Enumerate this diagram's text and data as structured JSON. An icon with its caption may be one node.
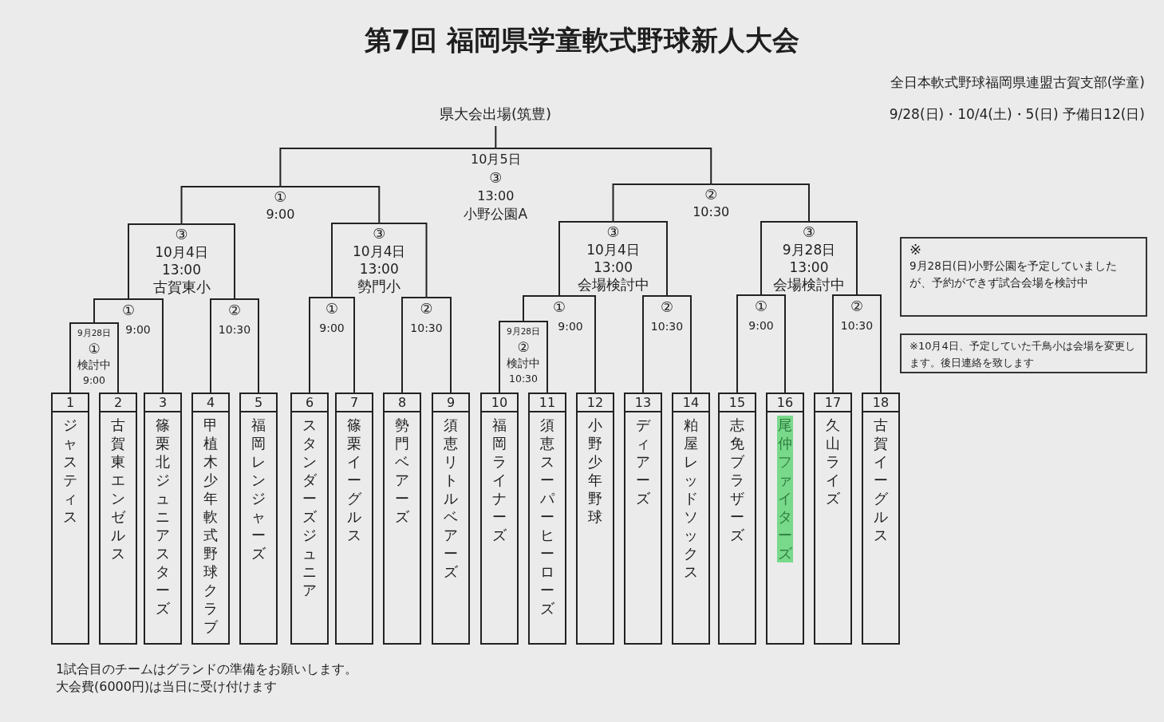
{
  "diagram": {
    "title": "第7回 福岡県学童軟式野球新人大会",
    "nodes": [
      {
        "text": [
          "県大会出場(筑豊)"
        ]
      },
      {
        "text": [
          "10月5日",
          "③",
          "13:00",
          "小野公園A"
        ]
      },
      {
        "text": [
          "①",
          "9:00"
        ]
      },
      {
        "text": [
          "②",
          "10:30"
        ]
      },
      {
        "text": [
          "③",
          "10月4日",
          "13:00",
          "古賀東小"
        ]
      },
      {
        "text": [
          "③",
          "10月4日",
          "13:00",
          "勢門小"
        ]
      },
      {
        "text": [
          "③",
          "10月4日",
          "13:00",
          "会場検討中"
        ]
      },
      {
        "text": [
          "③",
          "9月28日",
          "13:00",
          "会場検討中"
        ]
      },
      {
        "text": [
          "※",
          "9月28日(日)小野公園を予定していましたが、予約ができず試合会場を検討中"
        ]
      },
      {
        "text": [
          "①",
          "9:00"
        ]
      },
      {
        "text": [
          "②",
          "10:30"
        ]
      },
      {
        "text": [
          "①",
          "9:00"
        ]
      },
      {
        "text": [
          "②",
          "10:30"
        ]
      },
      {
        "text": [
          "①",
          "9:00"
        ]
      },
      {
        "text": [
          "②",
          "10:30"
        ]
      },
      {
        "text": [
          "①",
          "9:00"
        ]
      },
      {
        "text": [
          "②",
          "10:30"
        ]
      },
      {
        "text": [
          "※10月4日、予定していた千鳥小は会場を変更します。後日連絡を致します"
        ]
      },
      {
        "text": [
          "9月28日",
          "①",
          "検討中",
          "9:00"
        ]
      },
      {
        "text": [
          "9月28日",
          "②",
          "検討中",
          "10:30"
        ]
      },
      {
        "text": [
          "1",
          "ジャスティス"
        ]
      },
      {
        "text": [
          "2",
          "古賀東エンゼルス"
        ]
      },
      {
        "text": [
          "3",
          "篠栗北ジュニアスターズ"
        ]
      },
      {
        "text": [
          "4",
          "甲植木少年軟式野球クラブ"
        ]
      },
      {
        "text": [
          "5",
          "福岡レンジャーズ"
        ]
      },
      {
        "text": [
          "6",
          "スタンダーズジュニア"
        ]
      },
      {
        "text": [
          "7",
          "篠栗イーグルス"
        ]
      },
      {
        "text": [
          "8",
          "勢門ベアーズ"
        ]
      },
      {
        "text": [
          "9",
          "須恵リトルベアーズ"
        ]
      },
      {
        "text": [
          "10",
          "福岡ライナーズ"
        ]
      },
      {
        "text": [
          "11",
          "須恵スーパーヒーローズ"
        ]
      },
      {
        "text": [
          "12",
          "小野少年野球"
        ]
      },
      {
        "text": [
          "13",
          "ディアーズ"
        ]
      },
      {
        "text": [
          "14",
          "粕屋レッドソックス"
        ]
      },
      {
        "text": [
          "15",
          "志免ブラザーズ"
        ]
      },
      {
        "text": [
          "16",
          "尾仲ファイターズ"
        ]
      },
      {
        "text": [
          "17",
          "久山ライズ"
        ]
      },
      {
        "text": [
          "18",
          "古賀イーグルス"
        ]
      }
    ],
    "edges": [
      {
        "from": 1,
        "to": 0,
        "arrow": "none"
      },
      {
        "from": 2,
        "to": 1,
        "arrow": "none"
      },
      {
        "from": 3,
        "to": 1,
        "arrow": "none"
      },
      {
        "from": 4,
        "to": 2,
        "arrow": "none"
      },
      {
        "from": 5,
        "to": 2,
        "arrow": "none"
      },
      {
        "from": 6,
        "to": 3,
        "arrow": "none"
      },
      {
        "from": 7,
        "to": 3,
        "arrow": "none"
      },
      {
        "from": 9,
        "to": 4,
        "arrow": "none"
      },
      {
        "from": 10,
        "to": 4,
        "arrow": "none"
      },
      {
        "from": 11,
        "to": 5,
        "arrow": "none"
      },
      {
        "from": 12,
        "to": 5,
        "arrow": "none"
      },
      {
        "from": 13,
        "to": 6,
        "arrow": "none"
      },
      {
        "from": 14,
        "to": 6,
        "arrow": "none"
      },
      {
        "from": 15,
        "to": 7,
        "arrow": "none"
      },
      {
        "from": 16,
        "to": 7,
        "arrow": "none"
      },
      {
        "from": 18,
        "to": 9,
        "arrow": "none"
      },
      {
        "from": 22,
        "to": 9,
        "arrow": "none"
      },
      {
        "from": 23,
        "to": 10,
        "arrow": "none"
      },
      {
        "from": 24,
        "to": 10,
        "arrow": "none"
      },
      {
        "from": 25,
        "to": 11,
        "arrow": "none"
      },
      {
        "from": 26,
        "to": 11,
        "arrow": "none"
      },
      {
        "from": 27,
        "to": 12,
        "arrow": "none"
      },
      {
        "from": 28,
        "to": 12,
        "arrow": "none"
      },
      {
        "from": 19,
        "to": 13,
        "arrow": "none"
      },
      {
        "from": 31,
        "to": 13,
        "arrow": "none"
      },
      {
        "from": 32,
        "to": 14,
        "arrow": "none"
      },
      {
        "from": 33,
        "to": 14,
        "arrow": "none"
      },
      {
        "from": 34,
        "to": 15,
        "arrow": "none"
      },
      {
        "from": 35,
        "to": 15,
        "arrow": "none"
      },
      {
        "from": 36,
        "to": 16,
        "arrow": "none"
      },
      {
        "from": 37,
        "to": 16,
        "arrow": "none"
      },
      {
        "from": 20,
        "to": 18,
        "arrow": "none"
      },
      {
        "from": 21,
        "to": 18,
        "arrow": "none"
      },
      {
        "from": 29,
        "to": 19,
        "arrow": "none"
      },
      {
        "from": 30,
        "to": 19,
        "arrow": "none"
      }
    ],
    "labels": [
      "全日本軟式野球福岡県連盟古賀支部(学童)",
      "9/28(日)・10/4(土)・5(日) 予備日12(日)",
      "1試合目のチームはグランドの準備をお願いします。",
      "大会費(6000円)は当日に受け付けます"
    ]
  }
}
